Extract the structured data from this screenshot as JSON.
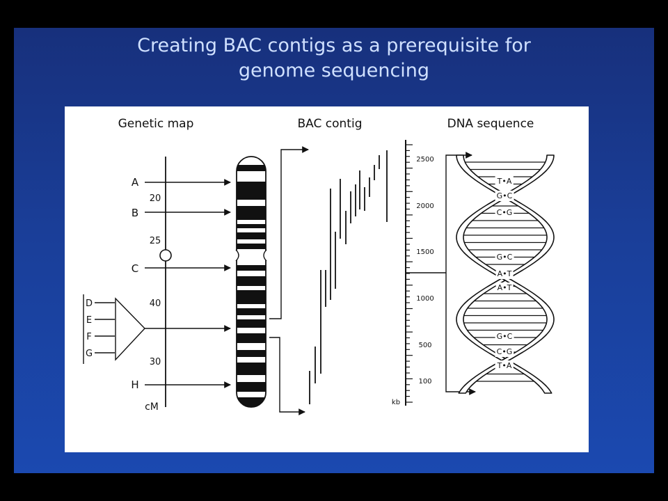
{
  "slide": {
    "title_line1": "Creating BAC contigs as a prerequisite for",
    "title_line2": "genome sequencing"
  },
  "diagram": {
    "headers": {
      "genetic_map": "Genetic map",
      "bac_contig": "BAC contig",
      "dna_sequence": "DNA sequence"
    },
    "markers": [
      "A",
      "B",
      "C",
      "H"
    ],
    "cluster_markers": [
      "D",
      "E",
      "F",
      "G"
    ],
    "distances": [
      "20",
      "25",
      "40",
      "30"
    ],
    "unit_cm": "cM",
    "scale_ticks": [
      "2500",
      "2000",
      "1500",
      "1000",
      "500",
      "100"
    ],
    "unit_kb": "kb",
    "base_pairs": [
      "T•A",
      "G•C",
      "C•G",
      "G•C",
      "A•T",
      "A•T",
      "G•C",
      "C•G",
      "T•A"
    ]
  }
}
